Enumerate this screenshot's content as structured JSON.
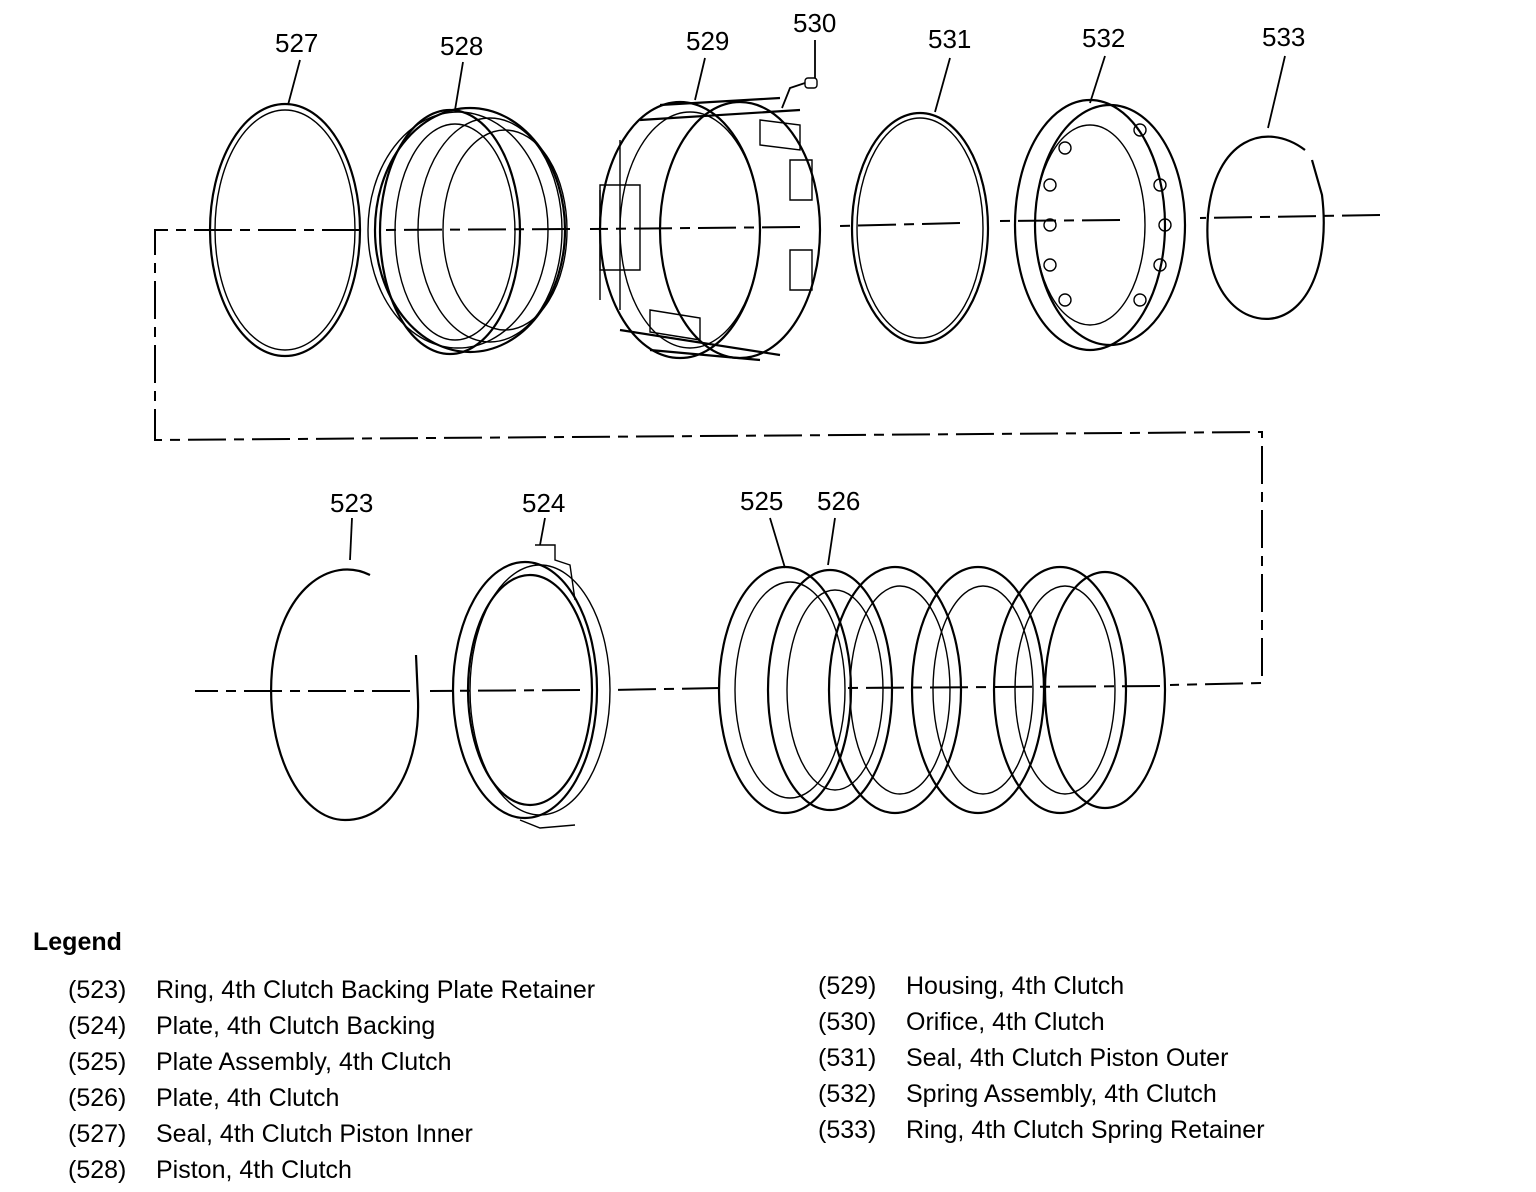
{
  "callouts": {
    "c523": "523",
    "c524": "524",
    "c525": "525",
    "c526": "526",
    "c527": "527",
    "c528": "528",
    "c529": "529",
    "c530": "530",
    "c531": "531",
    "c532": "532",
    "c533": "533"
  },
  "legend": {
    "title": "Legend",
    "left": [
      {
        "num": "(523)",
        "desc": "Ring, 4th Clutch Backing Plate Retainer"
      },
      {
        "num": "(524)",
        "desc": "Plate, 4th Clutch Backing"
      },
      {
        "num": "(525)",
        "desc": "Plate Assembly, 4th Clutch"
      },
      {
        "num": "(526)",
        "desc": "Plate, 4th Clutch"
      },
      {
        "num": "(527)",
        "desc": "Seal, 4th Clutch Piston Inner"
      },
      {
        "num": "(528)",
        "desc": "Piston, 4th Clutch"
      }
    ],
    "right": [
      {
        "num": "(529)",
        "desc": "Housing, 4th Clutch"
      },
      {
        "num": "(530)",
        "desc": "Orifice, 4th Clutch"
      },
      {
        "num": "(531)",
        "desc": "Seal, 4th Clutch Piston Outer"
      },
      {
        "num": "(532)",
        "desc": "Spring Assembly, 4th Clutch"
      },
      {
        "num": "(533)",
        "desc": "Ring, 4th Clutch Spring Retainer"
      }
    ]
  }
}
